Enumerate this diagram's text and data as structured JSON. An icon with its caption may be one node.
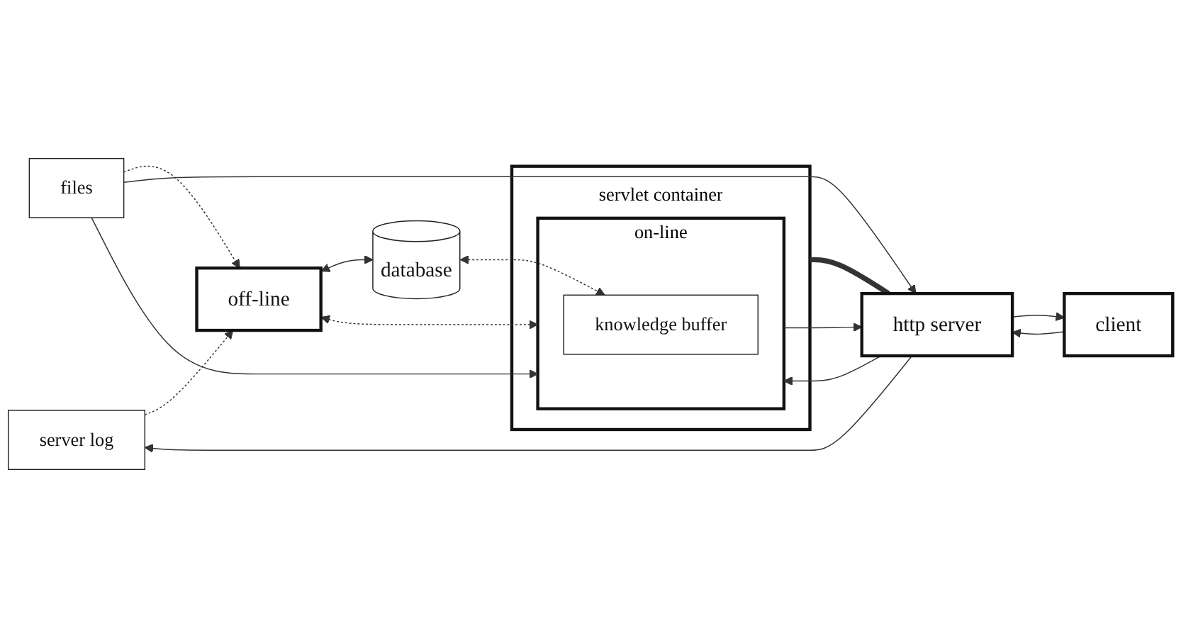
{
  "diagram": {
    "nodes": [
      {
        "text": [
          "server log"
        ]
      },
      {
        "text": [
          "off-line"
        ]
      },
      {
        "text": [
          "servlet container"
        ]
      },
      {
        "text": [
          "on-line"
        ],
        "in": 2
      },
      {
        "text": [
          "knowledge buffer"
        ],
        "in": 3
      },
      {
        "text": [
          "http server"
        ]
      },
      {
        "text": [
          "client"
        ]
      },
      {
        "text": [
          "database"
        ]
      },
      {
        "text": [
          "files"
        ]
      }
    ],
    "edges": [
      {
        "from": 0,
        "to": 1,
        "arrow": "to",
        "style": "dashed"
      },
      {
        "from": 1,
        "to": 3,
        "arrow": "both",
        "style": "dashed"
      },
      {
        "from": 1,
        "to": 7,
        "arrow": "both"
      },
      {
        "from": 8,
        "to": 1,
        "arrow": "to",
        "style": "dashed"
      },
      {
        "from": 7,
        "to": 4,
        "arrow": "both",
        "style": "dashed"
      },
      {
        "from": 2,
        "to": 5,
        "arrow": "none",
        "style": "thick"
      },
      {
        "from": 5,
        "to": 0,
        "arrow": "to"
      },
      {
        "from": 5,
        "to": 3,
        "arrow": "to"
      },
      {
        "from": 3,
        "to": 5,
        "arrow": "to"
      },
      {
        "from": 6,
        "to": 5,
        "arrow": "to"
      },
      {
        "from": 5,
        "to": 6,
        "arrow": "to"
      },
      {
        "from": 8,
        "to": 3,
        "arrow": "to"
      },
      {
        "from": 8,
        "to": 5,
        "arrow": "to"
      }
    ]
  }
}
